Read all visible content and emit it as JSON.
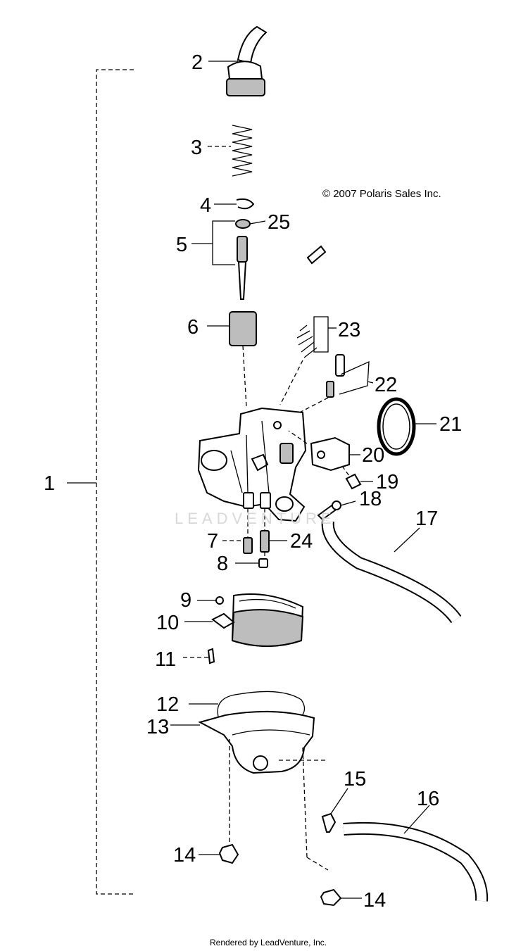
{
  "copyright": "© 2007 Polaris Sales Inc.",
  "watermark": "LEADVENTURE",
  "footer": "Rendered by LeadVenture, Inc.",
  "callouts": [
    "1",
    "2",
    "3",
    "4",
    "5",
    "6",
    "7",
    "8",
    "9",
    "10",
    "11",
    "12",
    "13",
    "14",
    "14",
    "15",
    "16",
    "17",
    "18",
    "19",
    "20",
    "21",
    "22",
    "23",
    "24",
    "25"
  ],
  "colors": {
    "line": "#000000",
    "background": "#ffffff",
    "watermark": "#d8d8d8"
  }
}
